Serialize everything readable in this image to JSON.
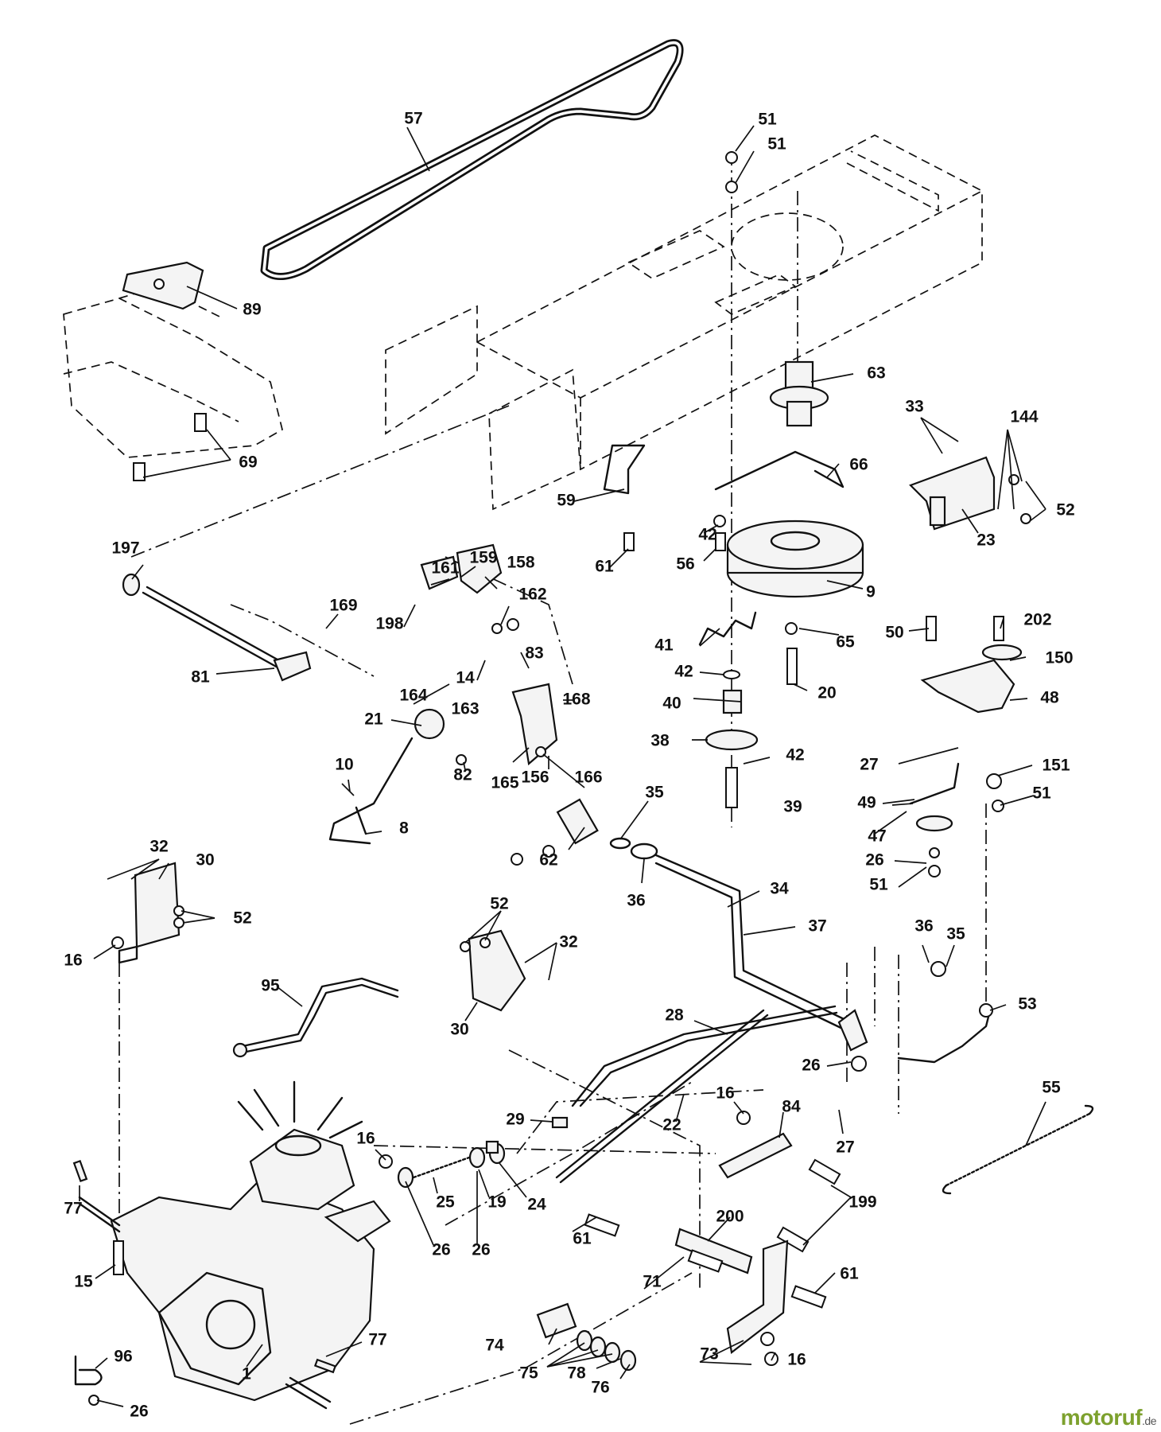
{
  "watermark": {
    "name": "motoruf",
    "tld": ".de",
    "color": "#7da12e"
  },
  "callouts": {
    "c57": "57",
    "c51a": "51",
    "c51b": "51",
    "c89": "89",
    "c69": "69",
    "c63": "63",
    "c33": "33",
    "c144": "144",
    "c66": "66",
    "c52a": "52",
    "c23": "23",
    "c59": "59",
    "c42a": "42",
    "c56": "56",
    "c61a": "61",
    "c9": "9",
    "c197": "197",
    "c161": "161",
    "c159": "159",
    "c158": "158",
    "c162": "162",
    "c169": "169",
    "c198": "198",
    "c81": "81",
    "c164": "164",
    "c14": "14",
    "c83": "83",
    "c163": "163",
    "c41": "41",
    "c42b": "42",
    "c65": "65",
    "c20": "20",
    "c50": "50",
    "c202": "202",
    "c150": "150",
    "c48": "48",
    "c40": "40",
    "c21": "21",
    "c168": "168",
    "c38": "38",
    "c42c": "42",
    "c27a": "27",
    "c151": "151",
    "c10": "10",
    "c82": "82",
    "c165": "165",
    "c156": "156",
    "c166": "166",
    "c39": "39",
    "c49": "49",
    "c51c": "51",
    "c35a": "35",
    "c8": "8",
    "c47": "47",
    "c62": "62",
    "c36a": "36",
    "c26a": "26",
    "c51d": "51",
    "c34": "34",
    "c32a": "32",
    "c30a": "30",
    "c52b": "52",
    "c52c": "52",
    "c32b": "32",
    "c16a": "16",
    "c37": "37",
    "c36b": "36",
    "c35b": "35",
    "c95": "95",
    "c30b": "30",
    "c53": "53",
    "c28": "28",
    "c26b": "26",
    "c55": "55",
    "c16b": "16",
    "c84": "84",
    "c29": "29",
    "c22": "22",
    "c27b": "27",
    "c16c": "16",
    "c77a": "77",
    "c25": "25",
    "c19": "19",
    "c24": "24",
    "c199": "199",
    "c200": "200",
    "c61b": "61",
    "c26c": "26",
    "c26d": "26",
    "c15": "15",
    "c71": "71",
    "c61c": "61",
    "c77b": "77",
    "c74": "74",
    "c73": "73",
    "c96": "96",
    "c75": "75",
    "c78": "78",
    "c1": "1",
    "c16d": "16",
    "c76": "76",
    "c26e": "26"
  }
}
